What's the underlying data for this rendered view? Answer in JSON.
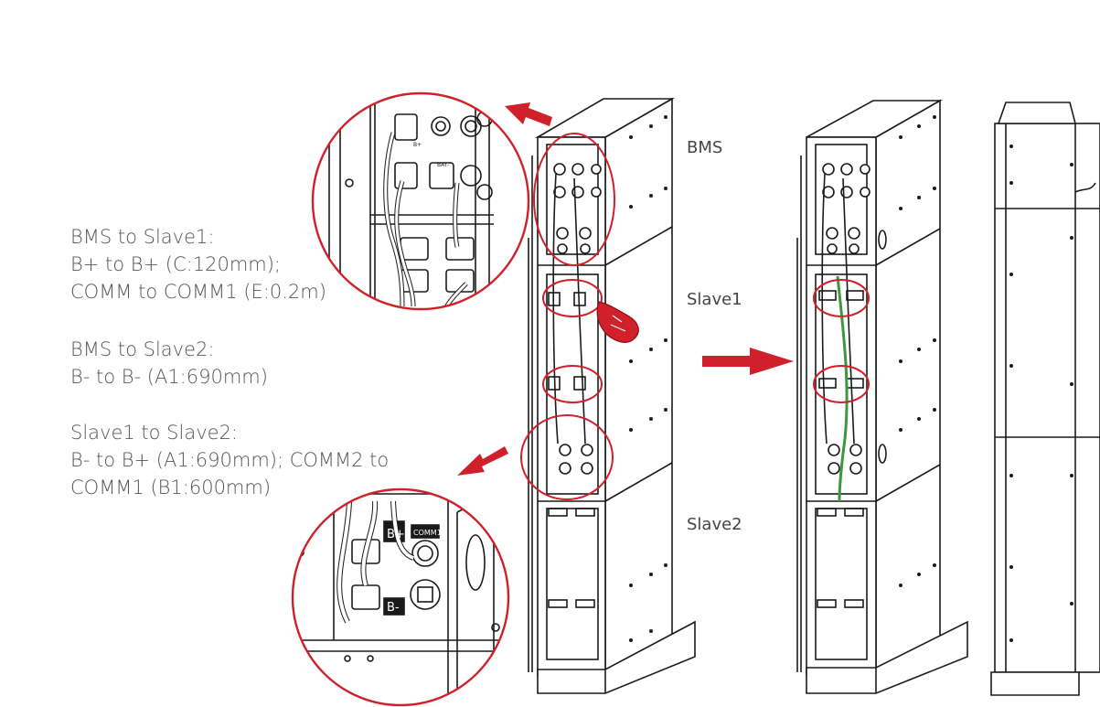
{
  "instructions": [
    {
      "heading": "BMS to Slave1:",
      "lines": [
        "B+ to B+ (C:120mm);",
        "COMM to COMM1 (E:0.2m)"
      ]
    },
    {
      "heading": "BMS to Slave2:",
      "lines": [
        "B- to B- (A1:690mm)"
      ]
    },
    {
      "heading": "Slave1 to Slave2:",
      "lines": [
        "B- to B+ (A1:690mm); COMM2 to",
        "COMM1 (B1:600mm)"
      ]
    }
  ],
  "module_labels": {
    "bms": "BMS",
    "slave1": "Slave1",
    "slave2": "Slave2"
  },
  "detail_labels": {
    "b_plus": "B+",
    "b_minus": "B-",
    "comm": "COMM1",
    "bat_plus": "B+",
    "bat_minus": "BAT-"
  },
  "colors": {
    "callout": "#d0202a",
    "line": "#1a1a1a",
    "text": "#555555",
    "cable_highlight": "#3a9a3a"
  }
}
